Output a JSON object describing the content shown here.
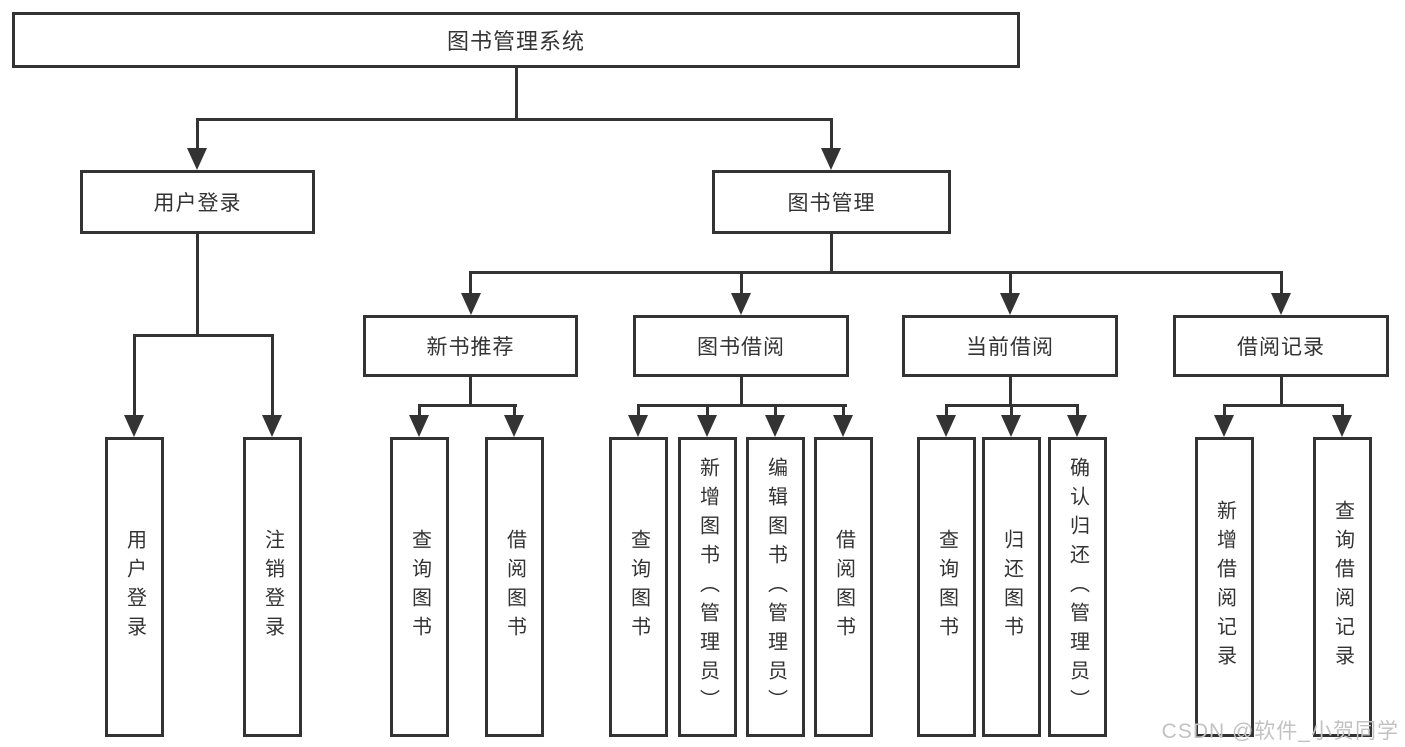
{
  "diagram": {
    "root": "图书管理系统",
    "level2": [
      "用户登录",
      "图书管理"
    ],
    "level3": [
      "新书推荐",
      "图书借阅",
      "当前借阅",
      "借阅记录"
    ],
    "leaves": {
      "user_login": [
        "用户登录",
        "注销登录"
      ],
      "new_book": [
        "查询图书",
        "借阅图书"
      ],
      "book_borrow": [
        "查询图书",
        "新增图书（管理员）",
        "编辑图书（管理员）",
        "借阅图书"
      ],
      "current_borrow": [
        "查询图书",
        "归还图书",
        "确认归还（管理员）"
      ],
      "borrow_record": [
        "新增借阅记录",
        "查询借阅记录"
      ]
    },
    "watermark": "CSDN @软件_小贺同学",
    "colors": {
      "line": "#333333",
      "text": "#333333",
      "background": "#ffffff",
      "watermark": "#c2c2c2"
    }
  }
}
